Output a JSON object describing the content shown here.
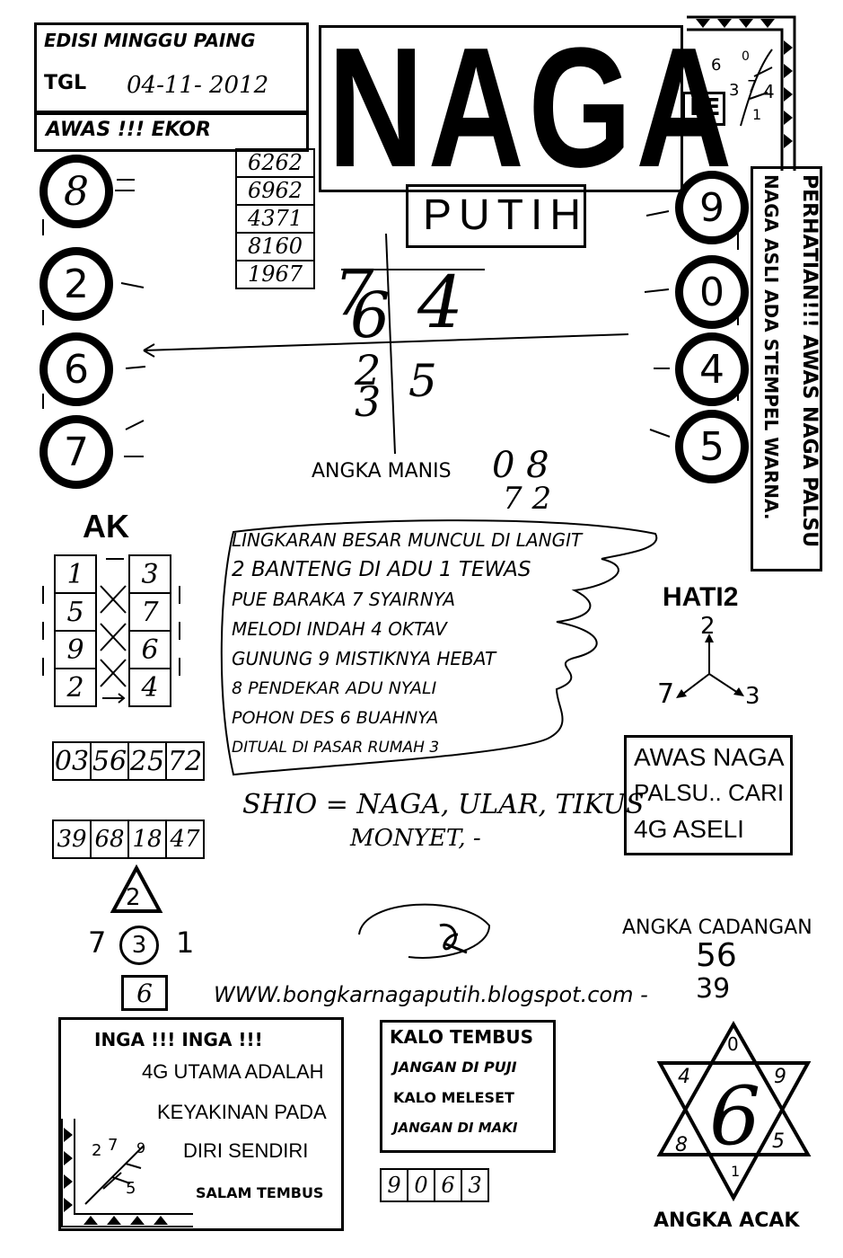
{
  "header": {
    "edition": "EDISI MINGGU PAING",
    "date_label": "TGL",
    "date_value": "04-11- 2012",
    "warning": "AWAS !!! EKOR"
  },
  "title": {
    "main": "NAGA",
    "sub": "PUTIH",
    "badge": "LE"
  },
  "number_list": [
    "6262",
    "6962",
    "4371",
    "8160",
    "1967"
  ],
  "left_circles": [
    "8",
    "2",
    "6",
    "7"
  ],
  "right_circles": [
    "9",
    "0",
    "4",
    "5"
  ],
  "right_notice": {
    "line1": "PERHATIAN!!! AWAS NAGA PALSU",
    "line2": "NAGA ASLI ADA STEMPEL WARNA."
  },
  "center_digits": [
    "7",
    "6",
    "4",
    "2",
    "3",
    "5"
  ],
  "angka_manis": {
    "label": "ANGKA MANIS",
    "top": "0 8",
    "bottom": "7 2"
  },
  "ak": {
    "label": "AK",
    "left": [
      "1",
      "5",
      "9",
      "2"
    ],
    "right": [
      "3",
      "7",
      "6",
      "4"
    ]
  },
  "poem": [
    "LINGKARAN BESAR MUNCUL DI LANGIT",
    "2 BANTENG DI ADU 1 TEWAS",
    "PUE BARAKA 7 SYAIRNYA",
    "MELODI INDAH 4 OKTAV",
    "GUNUNG 9 MISTIKNYA HEBAT",
    "8 PENDEKAR ADU NYALI",
    "POHON DES 6 BUAHNYA",
    "DITUAL DI PASAR RUMAH 3"
  ],
  "hati": {
    "label": "HATI2",
    "top": "2",
    "left": "7",
    "right": "3"
  },
  "row_a": [
    "03",
    "56",
    "25",
    "72"
  ],
  "row_b": [
    "39",
    "68",
    "18",
    "47"
  ],
  "shio": {
    "line1": "SHIO = NAGA, ULAR, TIKUS",
    "line2": "MONYET, -"
  },
  "awas_box": {
    "line1": "AWAS NAGA",
    "line2": "PALSU.. CARI",
    "line3": "4G ASELI"
  },
  "triangle_digit": "2",
  "trio": {
    "left": "7",
    "center": "3",
    "right": "1"
  },
  "square_digit": "6",
  "website": "WWW.bongkarnagaputih.blogspot.com -",
  "cadangan": {
    "label": "ANGKA CADANGAN",
    "top": "56",
    "bottom": "39"
  },
  "inga_box": {
    "line1": "INGA !!! INGA !!!",
    "line2": "4G UTAMA ADALAH",
    "line3": "KEYAKINAN PADA",
    "line4": "DIRI SENDIRI",
    "line5": "SALAM TEMBUS"
  },
  "kalo_box": {
    "line1": "KALO TEMBUS",
    "line2": "JANGAN DI PUJI",
    "line3": "KALO MELESET",
    "line4": "JANGAN DI MAKI"
  },
  "bottom_digits": [
    "9",
    "0",
    "6",
    "3"
  ],
  "star": {
    "center": "6",
    "top": "0",
    "upper_left": "4",
    "upper_right": "9",
    "lower_left": "8",
    "lower_right": "5",
    "bottom": "1"
  },
  "angka_acak": "ANGKA ACAK",
  "tree_digits_top": {
    "a": "6",
    "b": "0",
    "c": "3",
    "d": "7",
    "e": "4",
    "f": "1"
  },
  "tree_digits_bottom": {
    "a": "2",
    "b": "7",
    "c": "9",
    "d": "5"
  }
}
